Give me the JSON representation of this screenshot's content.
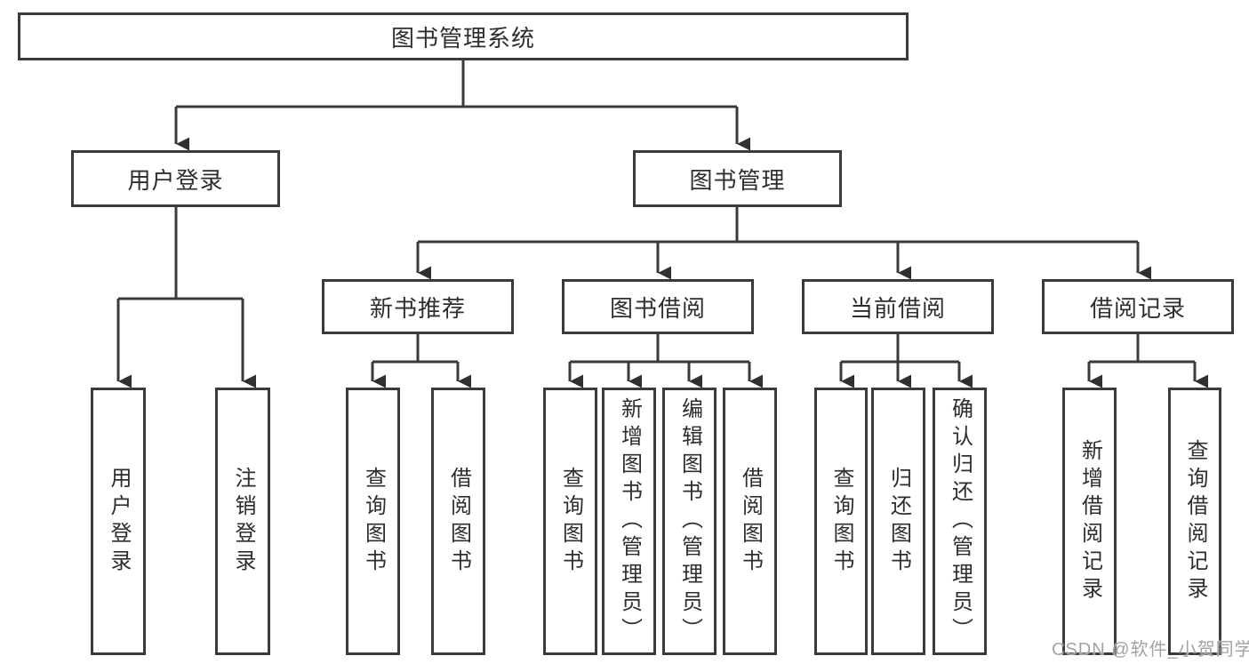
{
  "diagram": {
    "root": "图书管理系统",
    "branches": [
      {
        "label": "用户登录",
        "children": [
          "用户登录",
          "注销登录"
        ]
      },
      {
        "label": "图书管理",
        "sections": [
          {
            "label": "新书推荐",
            "children": [
              "查询图书",
              "借阅图书"
            ]
          },
          {
            "label": "图书借阅",
            "children": [
              "查询图书",
              "新增图书（管理员）",
              "编辑图书（管理员）",
              "借阅图书"
            ]
          },
          {
            "label": "当前借阅",
            "children": [
              "查询图书",
              "归还图书",
              "确认归还（管理员）"
            ]
          },
          {
            "label": "借阅记录",
            "children": [
              "新增借阅记录",
              "查询借阅记录"
            ]
          }
        ]
      }
    ]
  },
  "watermark": "CSDN @软件_小贺同学",
  "colors": {
    "line": "#3a3a3a",
    "arrow": "#303030",
    "text": "#2e2e2e",
    "watermark_text": "#a3a3a3",
    "background": "#ffffff"
  }
}
